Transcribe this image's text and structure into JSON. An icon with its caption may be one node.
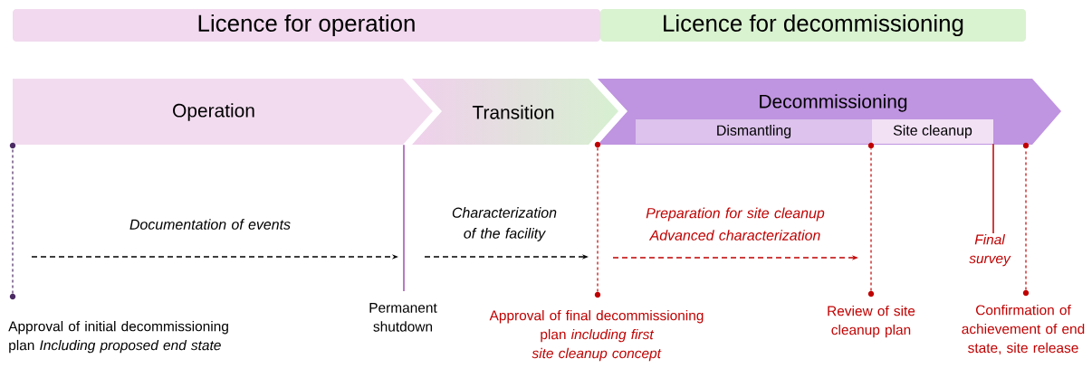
{
  "diagram": {
    "nodes": [
      {
        "text": [
          "Licence for operation"
        ]
      },
      {
        "text": [
          "Licence for decommissioning"
        ]
      },
      {
        "text": [
          "Operation"
        ]
      },
      {
        "text": [
          "Transition"
        ]
      },
      {
        "text": [
          "Decommissioning"
        ]
      },
      {
        "text": [
          "Dismantling"
        ],
        "in": 4
      },
      {
        "text": [
          "Site cleanup"
        ],
        "in": 4
      },
      {
        "text": [
          "Approval of initial decommissioning plan *Including proposed end state*"
        ]
      },
      {
        "text": [
          "Permanent shutdown"
        ]
      },
      {
        "text": [
          "Approval of final decommissioning plan *including first site cleanup concept*"
        ]
      },
      {
        "text": [
          "Review of site cleanup plan"
        ]
      },
      {
        "text": [
          "Final survey"
        ]
      },
      {
        "text": [
          "Confirmation of achievement of end state, site release"
        ]
      },
      {
        "text": [],
        "shape": "circle"
      },
      {
        "text": [],
        "shape": "circle"
      },
      {
        "text": [],
        "shape": "circle"
      },
      {
        "text": [],
        "shape": "circle"
      },
      {
        "text": [],
        "shape": "circle"
      },
      {
        "text": [],
        "shape": "circle"
      },
      {
        "text": [],
        "shape": "circle"
      },
      {
        "text": [],
        "shape": "circle"
      }
    ],
    "edges": [
      {
        "from": 11,
        "to": 6,
        "arrow": "none",
        "color": "#c00000"
      },
      {
        "from": 13,
        "to": 17,
        "arrow": "none",
        "style": "dashed",
        "color": "#4b2a63"
      },
      {
        "from": 8,
        "to": 2,
        "arrow": "none",
        "color": "#a24db0"
      },
      {
        "from": 14,
        "to": 18,
        "arrow": "none",
        "style": "dashed"
      },
      {
        "from": 15,
        "to": 19,
        "arrow": "none",
        "style": "dashed"
      },
      {
        "from": 16,
        "to": 20,
        "arrow": "none",
        "style": "dashed"
      }
    ],
    "labels": [
      "Documentation of events",
      "Characterization of the facility",
      "Preparation for site cleanup",
      "Advanced characterization"
    ]
  }
}
